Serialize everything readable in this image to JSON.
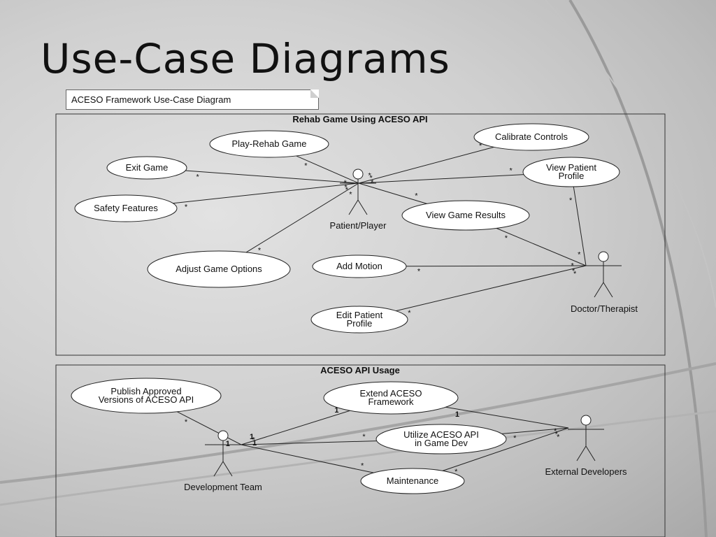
{
  "slide": {
    "title": "Use-Case Diagrams"
  },
  "note": "ACESO Framework Use-Case Diagram",
  "frames": {
    "rehab": "Rehab Game Using ACESO API",
    "api": "ACESO API Usage"
  },
  "actors": {
    "patient": "Patient/Player",
    "doctor": "Doctor/Therapist",
    "devteam": "Development Team",
    "external": "External Developers"
  },
  "use_cases": {
    "play_rehab_game": [
      "Play-Rehab Game"
    ],
    "exit_game": [
      "Exit Game"
    ],
    "safety_features": [
      "Safety Features"
    ],
    "adjust_game_options": [
      "Adjust Game Options"
    ],
    "calibrate_controls": [
      "Calibrate Controls"
    ],
    "view_patient_profile": [
      "View Patient",
      "Profile"
    ],
    "view_game_results": [
      "View Game Results"
    ],
    "add_motion": [
      "Add Motion"
    ],
    "edit_patient_profile": [
      "Edit Patient",
      "Profile"
    ],
    "publish_versions": [
      "Publish Approved",
      "Versions of ACESO API"
    ],
    "extend_framework": [
      "Extend ACESO",
      "Framework"
    ],
    "utilize_api": [
      "Utilize ACESO API",
      "in Game Dev"
    ],
    "maintenance": [
      "Maintenance"
    ]
  },
  "associations": [
    {
      "from": "patient",
      "to": "play_rehab_game",
      "near_use_case": "*",
      "near_actor": "*"
    },
    {
      "from": "patient",
      "to": "exit_game",
      "near_use_case": "*",
      "near_actor": "*"
    },
    {
      "from": "patient",
      "to": "safety_features",
      "near_use_case": "*",
      "near_actor": "*"
    },
    {
      "from": "patient",
      "to": "adjust_game_options",
      "near_use_case": "*",
      "near_actor": "*"
    },
    {
      "from": "patient",
      "to": "calibrate_controls",
      "near_use_case": "*",
      "near_actor": "*"
    },
    {
      "from": "patient",
      "to": "view_patient_profile",
      "near_use_case": "*",
      "near_actor": "*"
    },
    {
      "from": "patient",
      "to": "view_game_results",
      "near_use_case": "*",
      "near_actor": "*"
    },
    {
      "from": "doctor",
      "to": "view_patient_profile",
      "near_use_case": "*",
      "near_actor": "*"
    },
    {
      "from": "doctor",
      "to": "view_game_results",
      "near_use_case": "*",
      "near_actor": "*"
    },
    {
      "from": "doctor",
      "to": "add_motion",
      "near_use_case": "*",
      "near_actor": "*"
    },
    {
      "from": "doctor",
      "to": "edit_patient_profile",
      "near_use_case": "*",
      "near_actor": "*"
    },
    {
      "from": "devteam",
      "to": "publish_versions",
      "near_use_case": "*",
      "near_actor": "1"
    },
    {
      "from": "devteam",
      "to": "extend_framework",
      "near_use_case": "1",
      "near_actor": "1"
    },
    {
      "from": "devteam",
      "to": "utilize_api",
      "near_use_case": "*",
      "near_actor": "*"
    },
    {
      "from": "devteam",
      "to": "maintenance",
      "near_use_case": "*",
      "near_actor": "1"
    },
    {
      "from": "external",
      "to": "extend_framework",
      "near_use_case": "1",
      "near_actor": "*"
    },
    {
      "from": "external",
      "to": "utilize_api",
      "near_use_case": "*",
      "near_actor": "*"
    },
    {
      "from": "external",
      "to": "maintenance",
      "near_use_case": "*",
      "near_actor": "*"
    }
  ]
}
